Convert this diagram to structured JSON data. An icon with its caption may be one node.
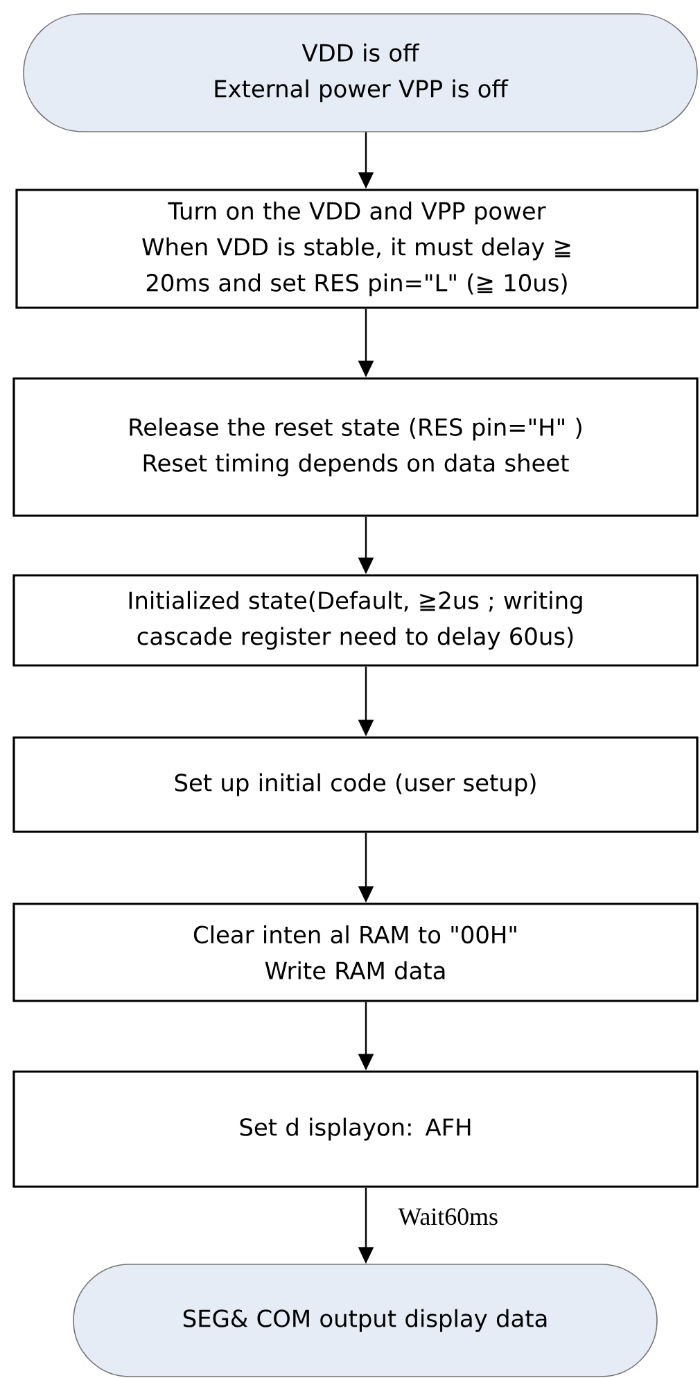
{
  "diagram": {
    "nodes": [
      {
        "text": [
          "VDD is off",
          "External power VPP is off"
        ]
      },
      {
        "text": [
          "Turn on the VDD and VPP power",
          "When VDD is stable, it must delay ≧ 20ms and set RES pin=\"L\" (≧ 10us)"
        ]
      },
      {
        "text": [
          "Release the reset state (RES pin=\"H\" )",
          "Reset timing depends on data sheet"
        ]
      },
      {
        "text": [
          "Initialized state(Default, ≧2us ; writing cascade register need to delay 60us)"
        ]
      },
      {
        "text": [
          "Set up initial code (user setup)"
        ]
      },
      {
        "text": [
          "Clear inten al RAM to \"00H\"",
          "Write RAM data"
        ]
      },
      {
        "text": [
          "Set d isplayon: AFH"
        ]
      },
      {
        "text": [
          "SEG& COM output display data"
        ]
      }
    ],
    "edges": [
      {
        "from": 0,
        "to": 1,
        "arrow": "to"
      },
      {
        "from": 1,
        "to": 2,
        "arrow": "to"
      },
      {
        "from": 2,
        "to": 3,
        "arrow": "to"
      },
      {
        "from": 3,
        "to": 4,
        "arrow": "to"
      },
      {
        "from": 4,
        "to": 5,
        "arrow": "to"
      },
      {
        "from": 5,
        "to": 6,
        "arrow": "to"
      },
      {
        "from": 6,
        "to": 7,
        "arrow": "to",
        "label": "Wait60ms"
      }
    ]
  }
}
